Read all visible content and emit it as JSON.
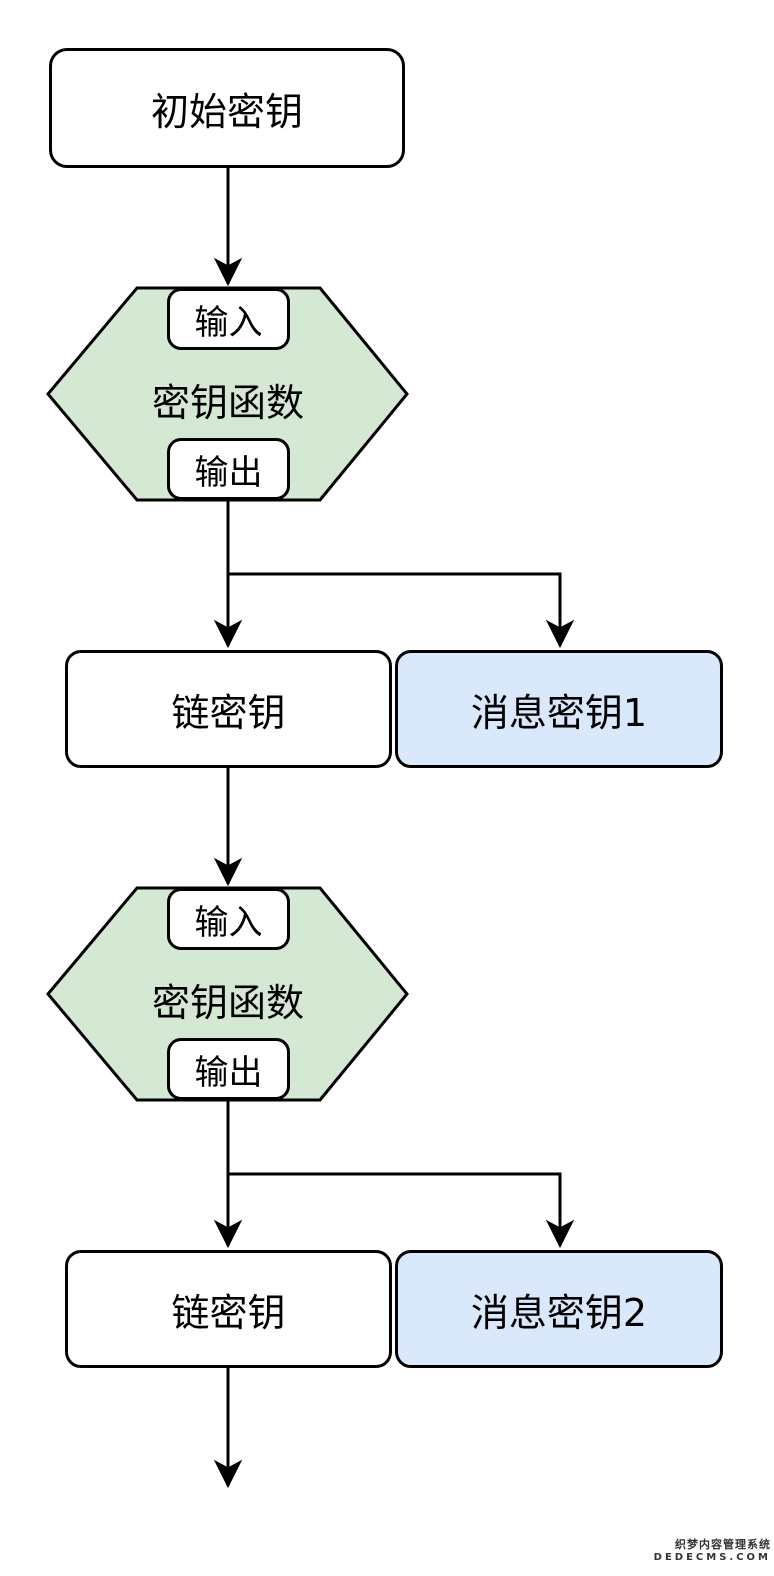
{
  "diagram": {
    "initial_key_label": "初始密钥",
    "kdf1": {
      "input_label": "输入",
      "label": "密钥函数",
      "output_label": "输出"
    },
    "chain_key1_label": "链密钥",
    "message_key1_label": "消息密钥1",
    "kdf2": {
      "input_label": "输入",
      "label": "密钥函数",
      "output_label": "输出"
    },
    "chain_key2_label": "链密钥",
    "message_key2_label": "消息密钥2",
    "colors": {
      "kdf_fill": "#d5e8d4",
      "message_key_fill": "#dae8fc",
      "node_fill": "#ffffff",
      "stroke": "#000000"
    }
  },
  "watermark": {
    "line1": "织梦内容管理系统",
    "line2": "DEDECMS.COM"
  }
}
